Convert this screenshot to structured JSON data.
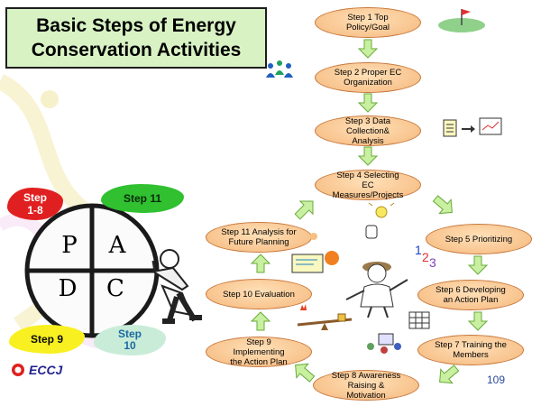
{
  "title": {
    "line1": "Basic Steps of Energy",
    "line2": "Conservation Activities"
  },
  "steps": [
    {
      "line1": "Step 1 Top",
      "line2": "Policy/Goal"
    },
    {
      "line1": "Step 2 Proper EC",
      "line2": "Organization"
    },
    {
      "line1": "Step 3 Data",
      "line2": "Collection& Analysis"
    },
    {
      "line1": "Step 4 Selecting",
      "line2": "EC Measures/Projects"
    },
    {
      "line1": "Step 5 Prioritizing",
      "line2": ""
    },
    {
      "line1": "Step  6 Developing",
      "line2": "an Action Plan"
    },
    {
      "line1": "Step 7 Training the",
      "line2": "Members"
    },
    {
      "line1": "Step 8  Awareness",
      "line2": "Raising & Motivation"
    },
    {
      "line1": "Step 9 Implementing",
      "line2": "the Action Plan"
    },
    {
      "line1": "Step 10 Evaluation",
      "line2": ""
    },
    {
      "line1": "Step 11 Analysis for",
      "line2": "Future Planning"
    }
  ],
  "pdca": {
    "letters": {
      "p": "P",
      "a": "A",
      "d": "D",
      "c": "C"
    },
    "labels": {
      "step1_8": "Step 1-8",
      "step11": "Step 11",
      "step9": "Step 9",
      "step10": "Step 10"
    }
  },
  "footer": {
    "logo_text": "ECCJ",
    "page_number": "109"
  },
  "colors": {
    "title_bg": "#d8f2c4",
    "step_fill": "#f8c48e",
    "step_border": "#c8783c",
    "arrow_fill": "#c8f0a0",
    "arrow_stroke": "#6aaa3a",
    "label_red": "#e02020",
    "label_green": "#30c030",
    "label_yellow": "#f8f020",
    "label_teal": "#c8ecd8"
  }
}
